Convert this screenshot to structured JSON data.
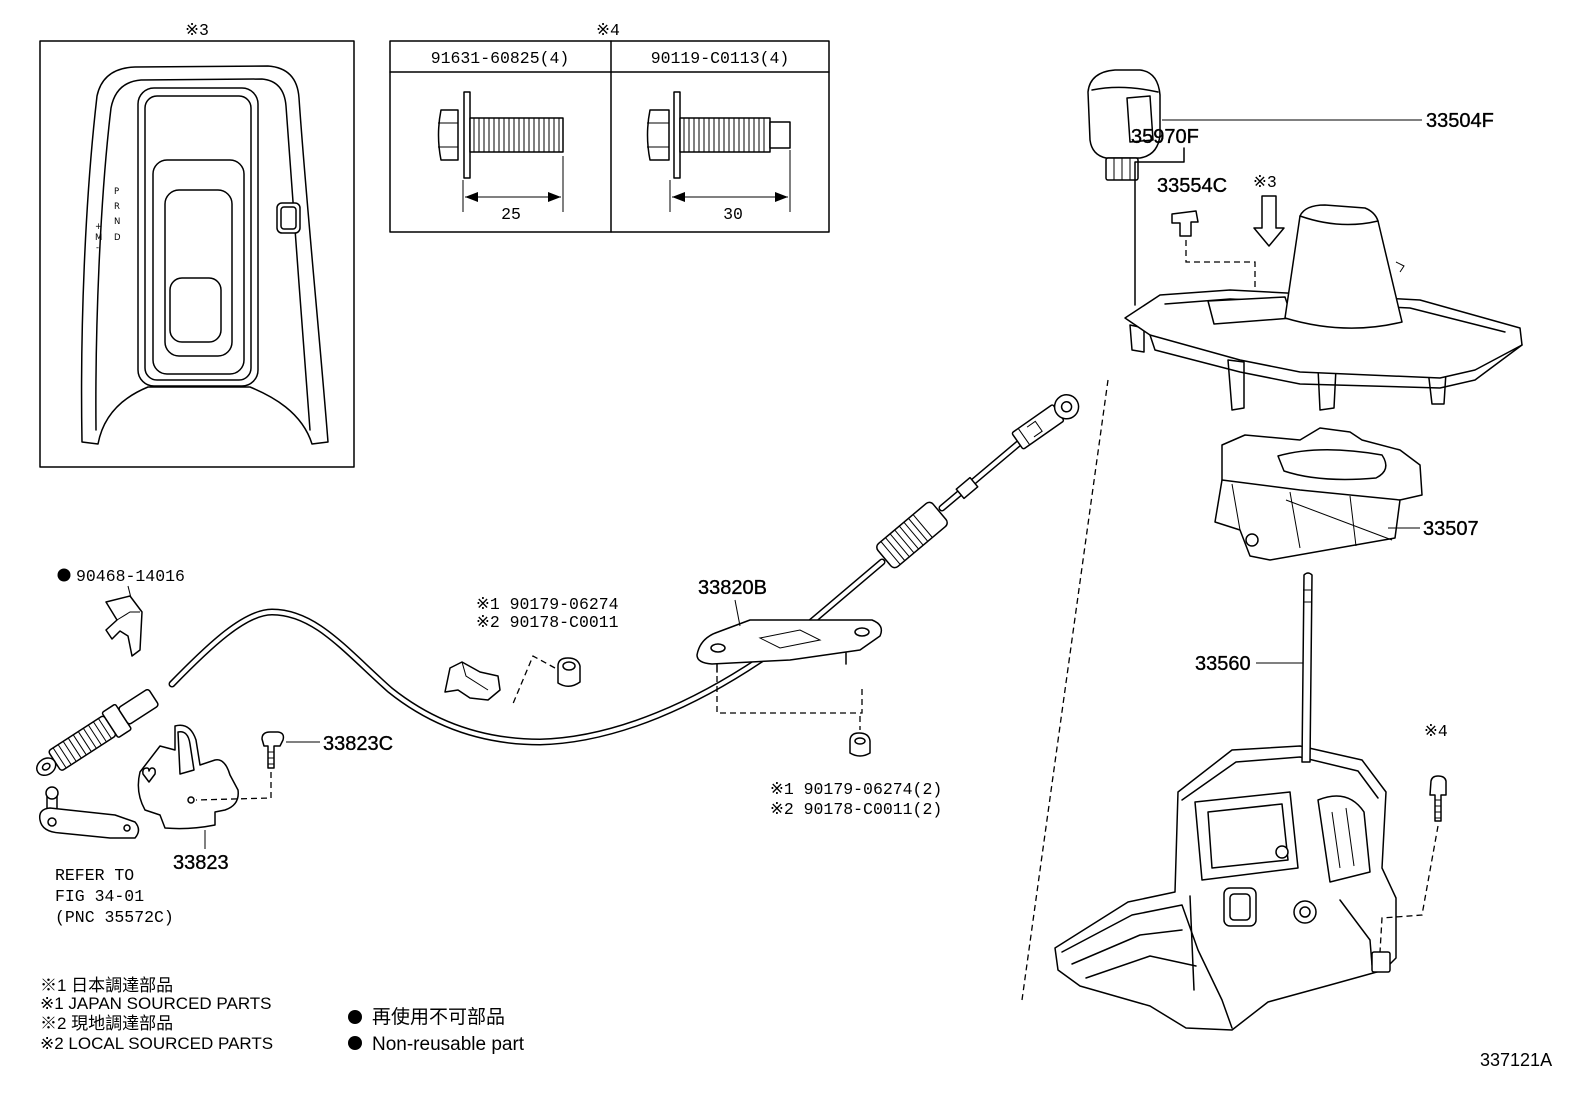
{
  "marks": {
    "box_note": "※3",
    "table_note": "※4"
  },
  "shift_indicator": {
    "letters": [
      "P",
      "R",
      "N",
      "D"
    ],
    "manual": [
      "+",
      "M",
      "-"
    ]
  },
  "bolt_table": {
    "columns": [
      {
        "part": "91631-60825(4)",
        "length": "25"
      },
      {
        "part": "90119-C0113(4)",
        "length": "30"
      }
    ]
  },
  "callouts": {
    "shift_boot": "35970F",
    "shift_knob": "33504F",
    "boot_clip": "33554C",
    "boot_view_note": "※3",
    "lever_housing": "33507",
    "shift_lever": "33560",
    "base_bolt_note": "※4",
    "cable": "33820B",
    "cable_clip": "90468-14016",
    "cable_nut_japan": "※1 90179-06274",
    "cable_nut_local": "※2 90178-C0011",
    "bracket_bolt": "33823C",
    "plate_nut_japan": "※1 90179-06274(2)",
    "plate_nut_local": "※2 90178-C0011(2)",
    "bracket": "33823",
    "refer": [
      "REFER TO",
      "FIG 34-01",
      "(PNC 35572C)"
    ]
  },
  "legend": {
    "japan_sourced_jp": "※1 日本調達部品",
    "japan_sourced_en": "※1 JAPAN SOURCED PARTS",
    "local_sourced_jp": "※2 現地調達部品",
    "local_sourced_en": "※2 LOCAL SOURCED PARTS",
    "non_reusable_jp": "再使用不可部品",
    "non_reusable_en": "Non-reusable part"
  },
  "figure_code": "337121A"
}
